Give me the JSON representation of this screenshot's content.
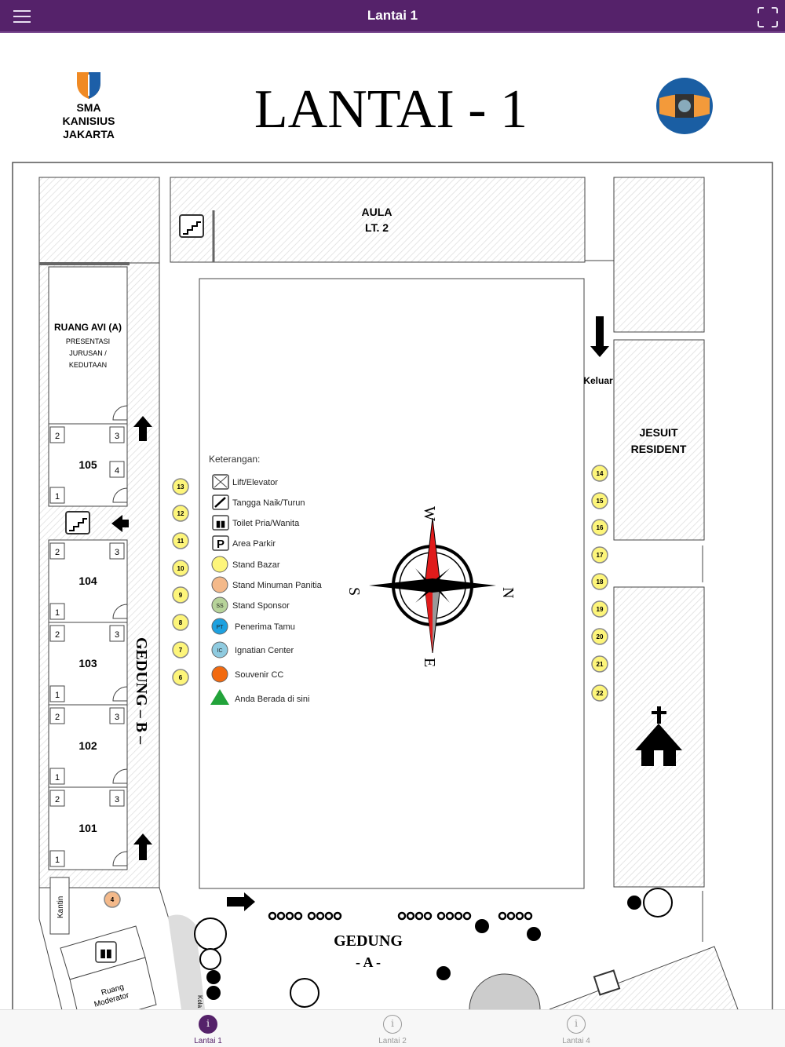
{
  "app_bar": {
    "title": "Lantai 1",
    "menu_icon": "hamburger-icon",
    "fullscreen_icon": "fullscreen-icon"
  },
  "map": {
    "heading": "LANTAI - 1",
    "school_logo_text": [
      "SMA",
      "KANISIUS",
      "JAKARTA"
    ],
    "rooms": {
      "aula": [
        "AULA",
        "LT. 2"
      ],
      "avi": "RUANG AVI (A)",
      "avi_sub": [
        "PRESENTASI",
        "JURUSAN /",
        "KEDUTAAN"
      ],
      "r105": "105",
      "r104": "104",
      "r103": "103",
      "r102": "102",
      "r101": "101",
      "jesuit": [
        "JESUIT",
        "RESIDENT"
      ],
      "kantin": "Kantin",
      "moderator": [
        "Ruang",
        "Moderator"
      ],
      "kolam": "Kola",
      "gedung_b": "GEDUNG – B –",
      "gedung_a": [
        "GEDUNG",
        "- A -"
      ],
      "keluar": "Keluar"
    },
    "door_numbers": [
      "1",
      "2",
      "3",
      "4"
    ],
    "compass": {
      "n": "N",
      "s": "S",
      "e": "E",
      "w": "W"
    },
    "legend": {
      "title": "Keterangan:",
      "items": [
        {
          "label": "Lift/Elevator",
          "icon": "elevator-icon"
        },
        {
          "label": "Tangga Naik/Turun",
          "icon": "stairs-icon"
        },
        {
          "label": "Toilet Pria/Wanita",
          "icon": "toilet-icon"
        },
        {
          "label": "Area Parkir",
          "icon": "parking-icon"
        },
        {
          "label": "Stand Bazar",
          "color": "#fdf57a"
        },
        {
          "label": "Stand Minuman Panitia",
          "color": "#f4b98a"
        },
        {
          "label": "Stand Sponsor",
          "color": "#b7d39a",
          "badge": "SS"
        },
        {
          "label": "Penerima Tamu",
          "color": "#1da1e0",
          "badge": "PT"
        },
        {
          "label": "Ignatian Center",
          "color": "#8fcbe0",
          "badge": "IC"
        },
        {
          "label": "Souvenir CC",
          "color": "#f26a10"
        },
        {
          "label": "Anda Berada di sini",
          "color": "#22a33a"
        }
      ]
    },
    "stands_left": [
      "13",
      "12",
      "11",
      "10",
      "9",
      "8",
      "7",
      "6"
    ],
    "stands_right": [
      "14",
      "15",
      "16",
      "17",
      "18",
      "19",
      "20",
      "21",
      "22"
    ],
    "stand_drink": "4"
  },
  "tabs": [
    {
      "label": "Lantai 1",
      "active": true
    },
    {
      "label": "Lantai 2",
      "active": false
    },
    {
      "label": "Lantai 4",
      "active": false
    }
  ]
}
